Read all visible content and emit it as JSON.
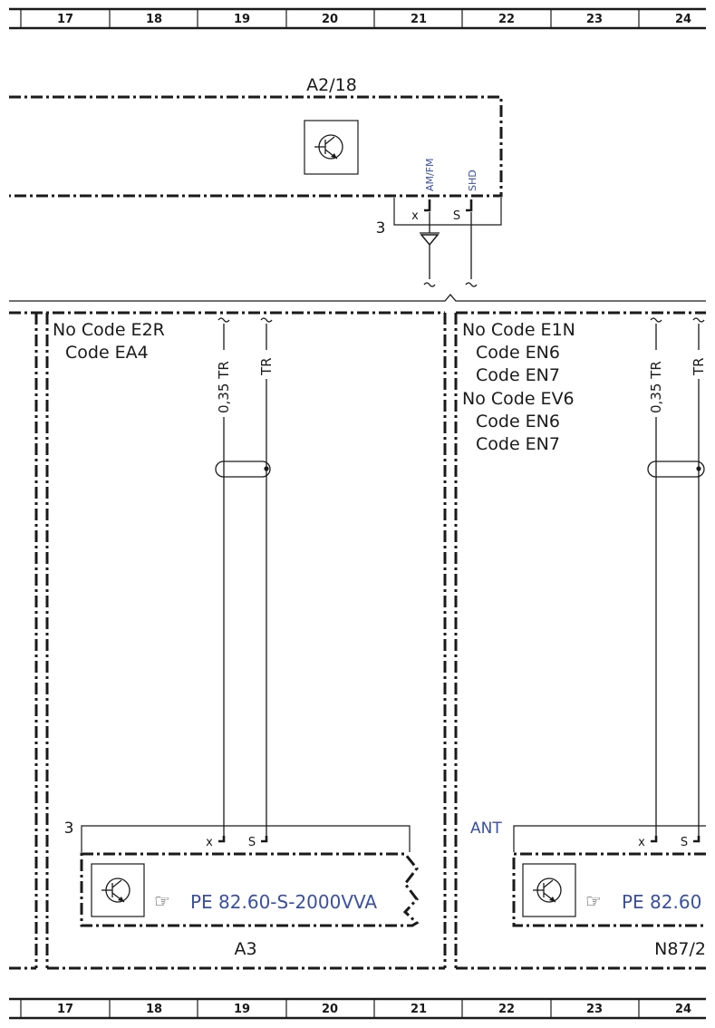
{
  "ruler": {
    "columns": [
      "17",
      "18",
      "19",
      "20",
      "21",
      "22",
      "23",
      "24"
    ]
  },
  "a2_18": {
    "ref": "A2/18",
    "connector_number": "3",
    "pins": [
      {
        "pin": "x",
        "signal": "AM/FM"
      },
      {
        "pin": "S",
        "signal": "SHD"
      }
    ]
  },
  "left_section": {
    "conditions": [
      "No Code E2R",
      "Code EA4"
    ],
    "wires": [
      "0,35 TR",
      "TR"
    ],
    "connector_number": "3",
    "pins": [
      "x",
      "S"
    ],
    "ref_text": "PE 82.60-S-2000VVA",
    "component": "A3"
  },
  "right_section": {
    "conditions": [
      "No Code E1N",
      "Code EN6",
      "Code EN7",
      "No Code EV6",
      "Code EN6",
      "Code EN7"
    ],
    "wires": [
      "0,35 TR",
      "TR"
    ],
    "connector_label": "ANT",
    "pins": [
      "x",
      "S"
    ],
    "ref_text": "PE 82.60",
    "component": "N87/2"
  },
  "colors": {
    "line": "#1a1a1a",
    "signal_text": "#3a4fa0"
  }
}
